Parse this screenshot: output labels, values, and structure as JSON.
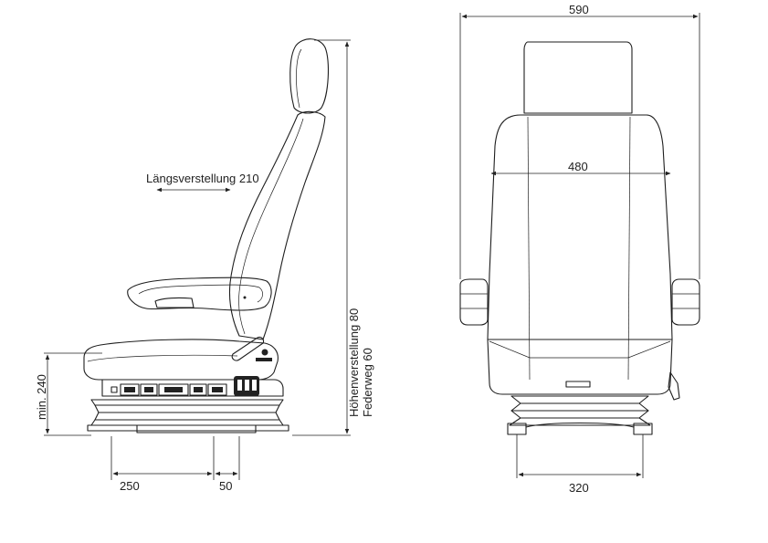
{
  "dimensions": {
    "laengsverstellung": "Längsverstellung 210",
    "hoehenverstellung": "Höhenverstellung 80",
    "federweg": "Federweg 60",
    "min_height": "min. 240",
    "depth_250": "250",
    "depth_50": "50",
    "width_total": "590",
    "width_back": "480",
    "width_base": "320"
  },
  "colors": {
    "line": "#1e1e1e",
    "background": "#ffffff"
  }
}
